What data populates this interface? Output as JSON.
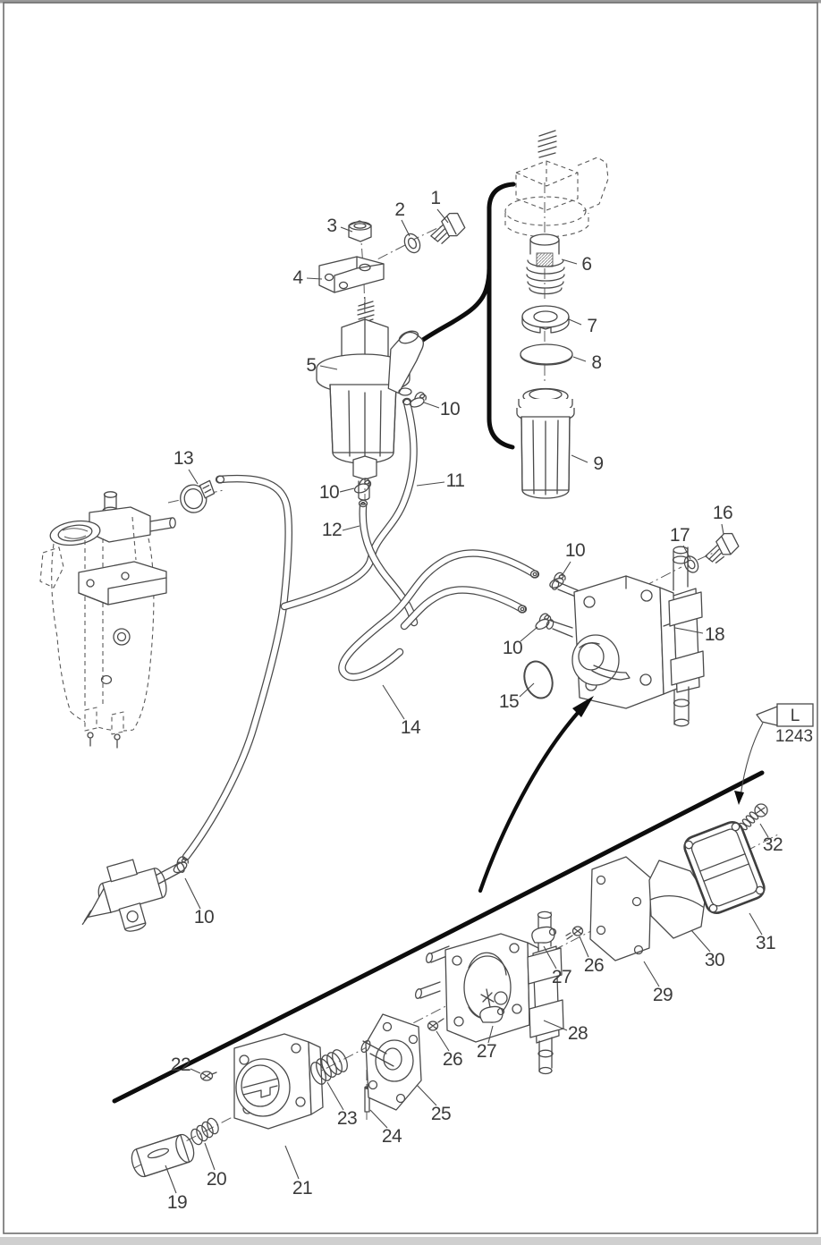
{
  "figure": {
    "kind": "exploded-parts-diagram",
    "subject": "Outboard motor fuel system: fuel pump, fuel filter, hoses and clamps",
    "colors": {
      "line": "#4a4a4a",
      "emphasis": "#0d0d0d",
      "frame": "#6e6e6e",
      "window_edge": "#9a9a9a",
      "footer_bar": "#cfcfcf",
      "background": "#ffffff"
    },
    "sealant_tube": {
      "label": "L",
      "number": "1243"
    },
    "callouts": [
      {
        "text": "1"
      },
      {
        "text": "2"
      },
      {
        "text": "3"
      },
      {
        "text": "4"
      },
      {
        "text": "5"
      },
      {
        "text": "6"
      },
      {
        "text": "7"
      },
      {
        "text": "8"
      },
      {
        "text": "9"
      },
      {
        "text": "10"
      },
      {
        "text": "10"
      },
      {
        "text": "10"
      },
      {
        "text": "10"
      },
      {
        "text": "10"
      },
      {
        "text": "11"
      },
      {
        "text": "12"
      },
      {
        "text": "13"
      },
      {
        "text": "14"
      },
      {
        "text": "15"
      },
      {
        "text": "16"
      },
      {
        "text": "17"
      },
      {
        "text": "18"
      },
      {
        "text": "19"
      },
      {
        "text": "20"
      },
      {
        "text": "21"
      },
      {
        "text": "22"
      },
      {
        "text": "23"
      },
      {
        "text": "24"
      },
      {
        "text": "25"
      },
      {
        "text": "26"
      },
      {
        "text": "27"
      },
      {
        "text": "26"
      },
      {
        "text": "27"
      },
      {
        "text": "28"
      },
      {
        "text": "29"
      },
      {
        "text": "30"
      },
      {
        "text": "31"
      },
      {
        "text": "32"
      }
    ]
  }
}
